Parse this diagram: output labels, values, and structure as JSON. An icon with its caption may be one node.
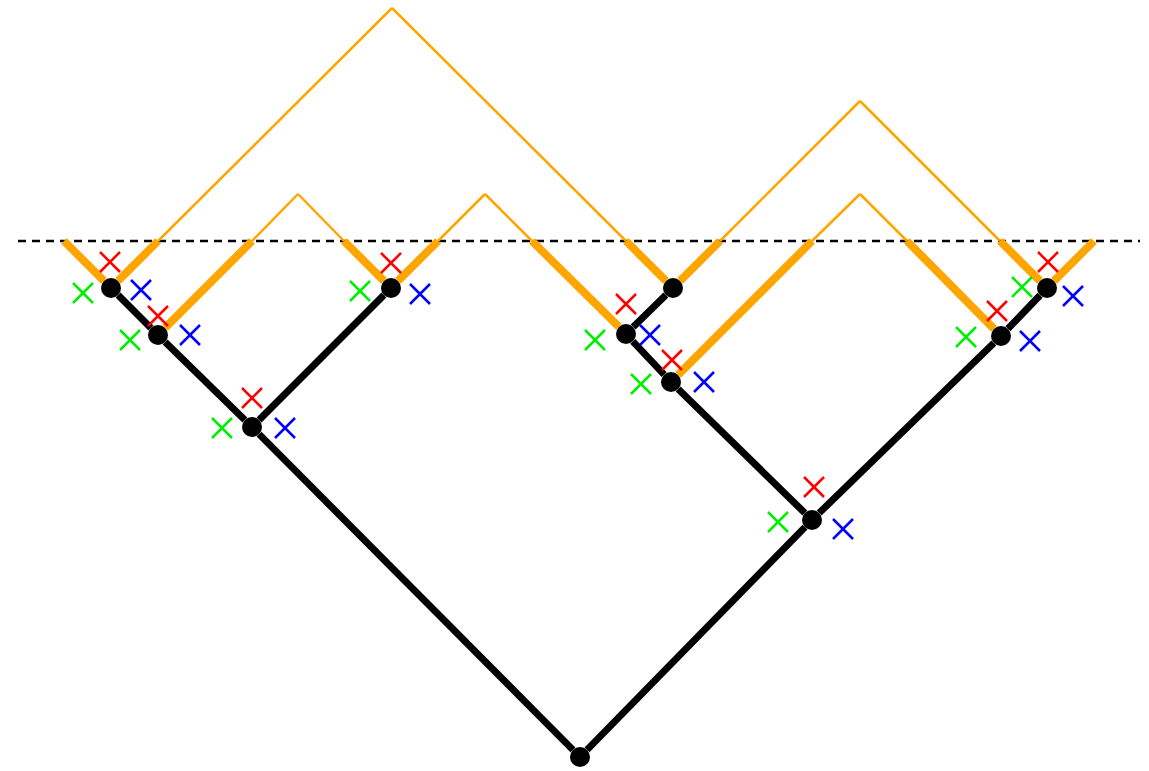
{
  "diagram": {
    "nodes": [
      {
        "text": [],
        "shape": "circle"
      },
      {
        "text": [],
        "shape": "circle"
      },
      {
        "text": [],
        "shape": "circle"
      },
      {
        "text": [],
        "shape": "circle"
      },
      {
        "text": [],
        "shape": "circle"
      },
      {
        "text": [],
        "shape": "circle"
      },
      {
        "text": [],
        "shape": "circle"
      },
      {
        "text": [],
        "shape": "circle"
      },
      {
        "text": [],
        "shape": "circle"
      },
      {
        "text": [],
        "shape": "circle"
      },
      {
        "text": [],
        "shape": "circle"
      }
    ],
    "edges": [
      {
        "from": 0,
        "to": 1,
        "arrow": "none"
      },
      {
        "from": 0,
        "to": 2,
        "arrow": "none"
      },
      {
        "from": 1,
        "to": 3,
        "arrow": "none"
      },
      {
        "from": 1,
        "to": 4,
        "arrow": "none"
      },
      {
        "from": 3,
        "to": 5,
        "arrow": "none"
      },
      {
        "from": 2,
        "to": 6,
        "arrow": "none"
      },
      {
        "from": 2,
        "to": 7,
        "arrow": "none"
      },
      {
        "from": 6,
        "to": 8,
        "arrow": "none"
      },
      {
        "from": 8,
        "to": 9,
        "arrow": "none"
      },
      {
        "from": 7,
        "to": 10,
        "arrow": "none"
      },
      {
        "from": 5,
        "to": null,
        "arrow": "none",
        "color": "#ffa500"
      },
      {
        "from": 5,
        "to": 9,
        "arrow": "none",
        "color": "#ffa500"
      },
      {
        "from": 3,
        "to": 4,
        "arrow": "none",
        "color": "#ffa500"
      },
      {
        "from": 4,
        "to": 8,
        "arrow": "none",
        "color": "#ffa500"
      },
      {
        "from": 9,
        "to": 10,
        "arrow": "none",
        "color": "#ffa500"
      },
      {
        "from": 6,
        "to": 7,
        "arrow": "none",
        "color": "#ffa500"
      },
      {
        "from": 10,
        "to": null,
        "arrow": "none",
        "color": "#ffa500"
      }
    ]
  }
}
